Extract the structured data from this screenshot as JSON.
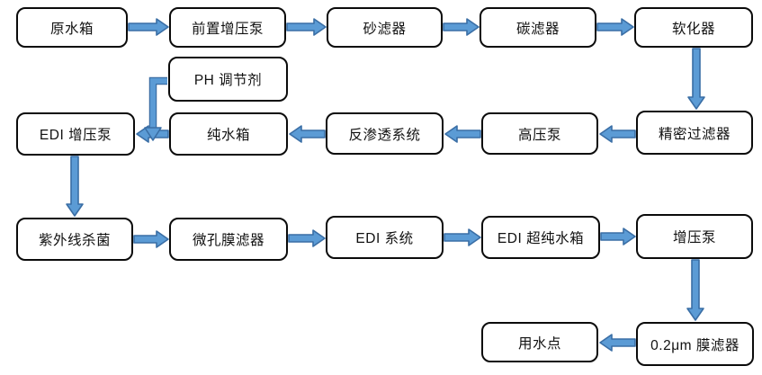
{
  "nodes": [
    {
      "id": "raw-water-tank",
      "label": "原水箱"
    },
    {
      "id": "pre-boost-pump",
      "label": "前置增压泵"
    },
    {
      "id": "sand-filter",
      "label": "砂滤器"
    },
    {
      "id": "carbon-filter",
      "label": "碳滤器"
    },
    {
      "id": "softener",
      "label": "软化器"
    },
    {
      "id": "ph-adjuster",
      "label": "PH 调节剂"
    },
    {
      "id": "edi-boost-pump",
      "label": "EDI 增压泵"
    },
    {
      "id": "pure-water-tank",
      "label": "纯水箱"
    },
    {
      "id": "ro-system",
      "label": "反渗透系统"
    },
    {
      "id": "high-pressure-pump",
      "label": "高压泵"
    },
    {
      "id": "precision-filter",
      "label": "精密过滤器"
    },
    {
      "id": "uv-sterilizer",
      "label": "紫外线杀菌"
    },
    {
      "id": "micro-membrane-filter",
      "label": "微孔膜滤器"
    },
    {
      "id": "edi-system",
      "label": "EDI 系统"
    },
    {
      "id": "edi-ultrapure-tank",
      "label": "EDI 超纯水箱"
    },
    {
      "id": "boost-pump",
      "label": "增压泵"
    },
    {
      "id": "use-point",
      "label": "用水点"
    },
    {
      "id": "membrane-filter-02um",
      "label": "0.2μm 膜滤器"
    }
  ],
  "edges": [
    {
      "from": "raw-water-tank",
      "to": "pre-boost-pump"
    },
    {
      "from": "pre-boost-pump",
      "to": "sand-filter"
    },
    {
      "from": "sand-filter",
      "to": "carbon-filter"
    },
    {
      "from": "carbon-filter",
      "to": "softener"
    },
    {
      "from": "softener",
      "to": "precision-filter"
    },
    {
      "from": "precision-filter",
      "to": "high-pressure-pump"
    },
    {
      "from": "high-pressure-pump",
      "to": "ro-system"
    },
    {
      "from": "ro-system",
      "to": "pure-water-tank"
    },
    {
      "from": "pure-water-tank",
      "to": "edi-boost-pump"
    },
    {
      "from": "ph-adjuster",
      "to": "edi-boost-pump"
    },
    {
      "from": "edi-boost-pump",
      "to": "uv-sterilizer"
    },
    {
      "from": "uv-sterilizer",
      "to": "micro-membrane-filter"
    },
    {
      "from": "micro-membrane-filter",
      "to": "edi-system"
    },
    {
      "from": "edi-system",
      "to": "edi-ultrapure-tank"
    },
    {
      "from": "edi-ultrapure-tank",
      "to": "boost-pump"
    },
    {
      "from": "boost-pump",
      "to": "membrane-filter-02um"
    },
    {
      "from": "membrane-filter-02um",
      "to": "use-point"
    }
  ],
  "colors": {
    "arrow_fill": "#5b9bd5",
    "arrow_outline": "#3a6ea5",
    "box_border": "#0b0b0b",
    "box_fill": "#ffffff",
    "background": "#ffffff"
  }
}
